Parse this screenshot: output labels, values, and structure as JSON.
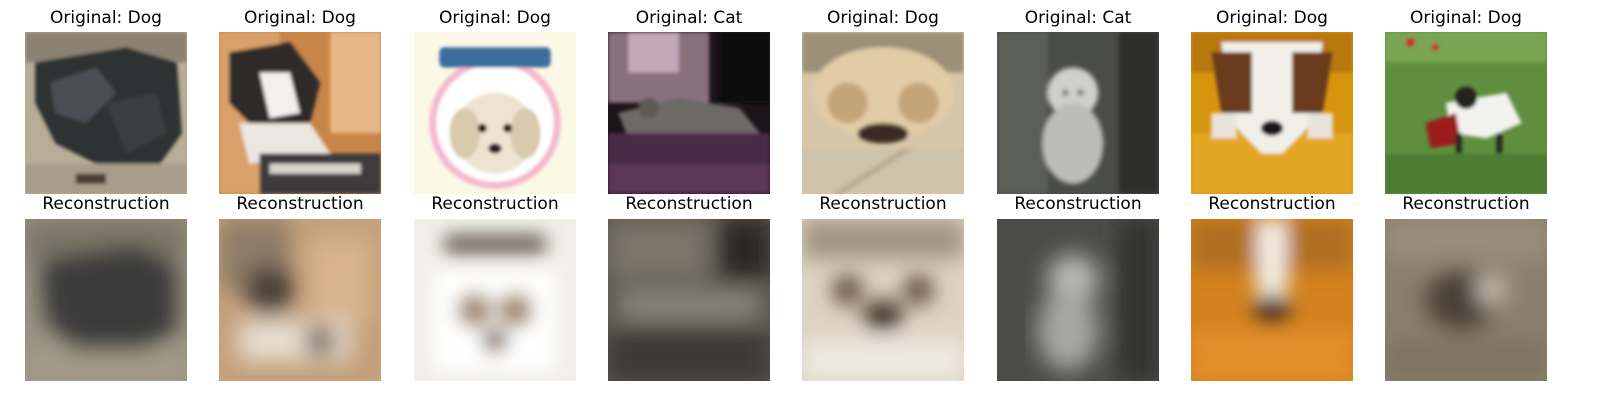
{
  "figure": {
    "original_prefix": "Original: ",
    "reconstruction_label": "Reconstruction",
    "samples": [
      {
        "label": "Dog",
        "original_title": "Original: Dog",
        "reconstruction_title": "Reconstruction",
        "scene": "black dog lying on beige floor"
      },
      {
        "label": "Dog",
        "original_title": "Original: Dog",
        "reconstruction_title": "Reconstruction",
        "scene": "black and white dog with orange background"
      },
      {
        "label": "Dog",
        "original_title": "Original: Dog",
        "reconstruction_title": "Reconstruction",
        "scene": "white fluffy dog in pink circle badge"
      },
      {
        "label": "Cat",
        "original_title": "Original: Cat",
        "reconstruction_title": "Reconstruction",
        "scene": "grey cat lying on purple couch"
      },
      {
        "label": "Dog",
        "original_title": "Original: Dog",
        "reconstruction_title": "Reconstruction",
        "scene": "fluffy tan dog face close-up"
      },
      {
        "label": "Cat",
        "original_title": "Original: Cat",
        "reconstruction_title": "Reconstruction",
        "scene": "white cat sitting on grey background"
      },
      {
        "label": "Dog",
        "original_title": "Original: Dog",
        "reconstruction_title": "Reconstruction",
        "scene": "bulldog puppy on orange wooden floor"
      },
      {
        "label": "Dog",
        "original_title": "Original: Dog",
        "reconstruction_title": "Reconstruction",
        "scene": "small dog running on green grass"
      }
    ]
  }
}
